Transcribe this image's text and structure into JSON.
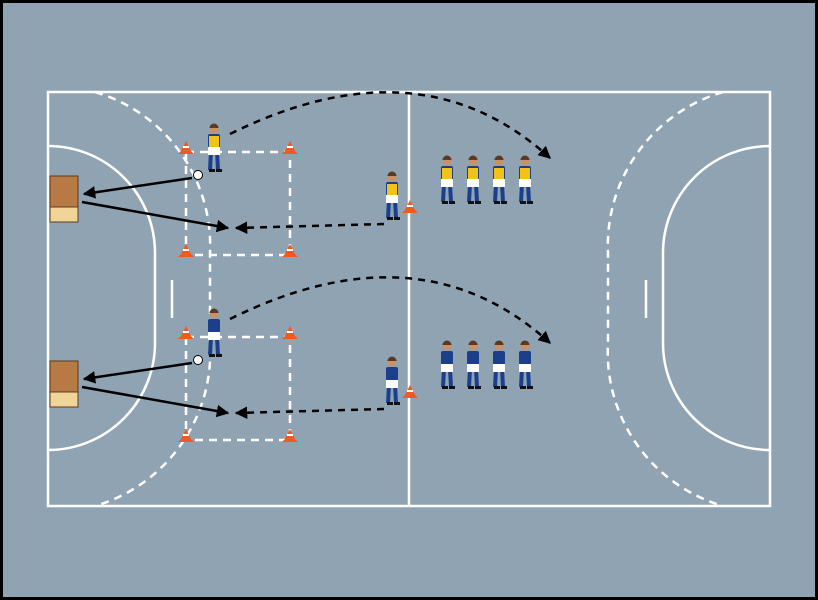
{
  "diagram": {
    "type": "handball-drill",
    "colors": {
      "court": "#8fa3b3",
      "frame": "#000000",
      "lines": "#ffffff",
      "arrows": "#000000",
      "cone": "#f05a1e",
      "team_yellow_bib": "#f2c21b",
      "team_blue_shirt": "#1c3f8c",
      "shorts": "#ffffff",
      "box_top": "#b77a45",
      "box_bottom": "#f0d597"
    },
    "groups": [
      {
        "name": "top",
        "bib": "yellow",
        "waiting_players": 4,
        "cones": 4
      },
      {
        "name": "bottom",
        "bib": "blue",
        "waiting_players": 4,
        "cones": 4
      }
    ]
  }
}
